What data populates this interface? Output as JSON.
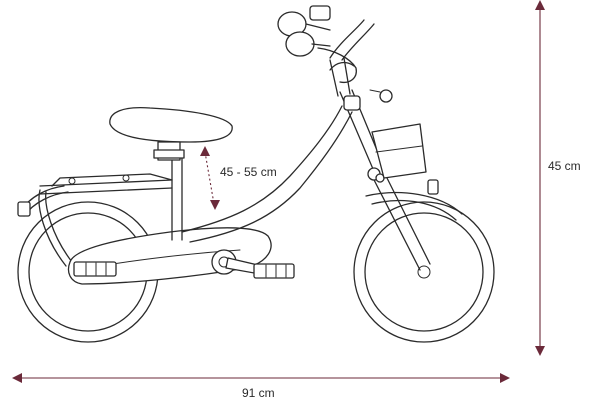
{
  "dimensions": {
    "saddle_height": "45 - 55 cm",
    "total_height": "45 cm",
    "total_length": "91 cm"
  },
  "colors": {
    "outline": "#2b2b2b",
    "dimension_marker": "#6b2a3a"
  }
}
